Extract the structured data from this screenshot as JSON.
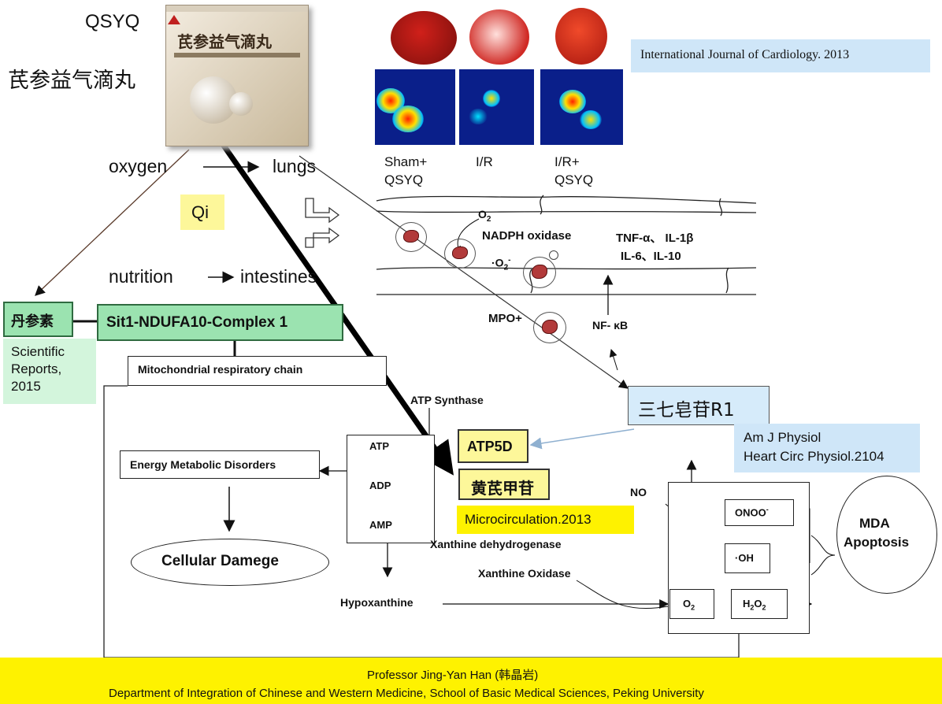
{
  "drug": {
    "abbr": "QSYQ",
    "name_cn": "芪参益气滴丸",
    "box_title": "芪参益气滴丸"
  },
  "journals": {
    "ijc": "International Journal of Cardiology. 2013",
    "sci_reports": "Scientific Reports, 2015",
    "ajp_line1": "Am J Physiol",
    "ajp_line2": "Heart Circ Physiol.2104",
    "microcirculation": "Microcirculation.2013"
  },
  "hearts": {
    "label1_l1": "Sham+",
    "label1_l2": "QSYQ",
    "label2": "I/R",
    "label3_l1": "I/R+",
    "label3_l2": "QSYQ"
  },
  "flow": {
    "oxygen": "oxygen",
    "lungs": "lungs",
    "qi": "Qi",
    "nutrition": "nutrition",
    "intestines": "intestines"
  },
  "vessel": {
    "o2": "O",
    "o2_sub": "2",
    "nadph": "NADPH oxidase",
    "superoxide": "·O",
    "superoxide_sub": "2",
    "superoxide_sup": "-",
    "cytokines1": "TNF-α、 IL-1β",
    "cytokines2": "IL-6、IL-10",
    "mpo": "MPO+",
    "nfkb": "NF- κB"
  },
  "compounds": {
    "danshensu": "丹参素",
    "sit1": "Sit1-NDUFA10-Complex 1",
    "notoginsenoside": "三七皂苷R1",
    "atp5d": "ATP5D",
    "astragaloside": "黄芪甲苷"
  },
  "pathway": {
    "mito_chain": "Mitochondrial respiratory chain",
    "atp_synthase": "ATP Synthase",
    "atp": "ATP",
    "adp": "ADP",
    "amp": "AMP",
    "energy": "Energy Metabolic Disorders",
    "cellular": "Cellular Damege",
    "xdh": "Xanthine dehydrogenase",
    "xo": "Xanthine Oxidase",
    "hypoxanthine": "Hypoxanthine",
    "no": "NO",
    "onoo": "ONOO",
    "onoo_sup": "-",
    "oh": "·OH",
    "o2box": "O",
    "o2box_sub": "2",
    "h2o2_a": "H",
    "h2o2_sub1": "2",
    "h2o2_b": "O",
    "h2o2_sub2": "2",
    "mda": "MDA",
    "apoptosis": "Apoptosis"
  },
  "footer": {
    "line1": "Professor Jing-Yan Han (韩晶岩)",
    "line2": "Department of Integration of Chinese and Western Medicine, School of Basic Medical Sciences, Peking University"
  },
  "colors": {
    "footer_bg": "#fef200",
    "green_box": "#9be3b0",
    "light_blue": "#cfe6f8",
    "yellow_label": "#fdf79a"
  }
}
